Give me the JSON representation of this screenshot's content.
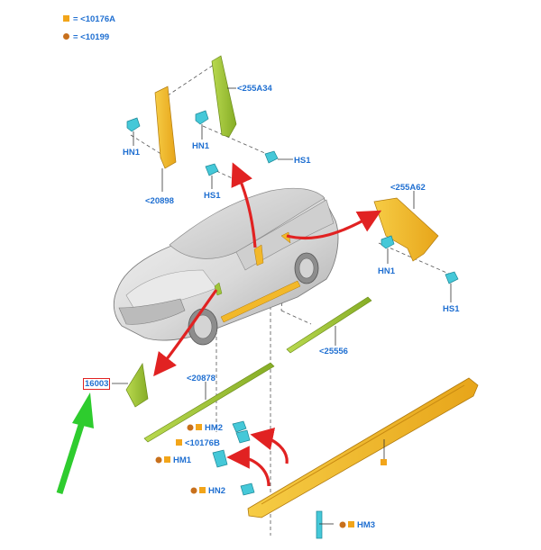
{
  "legend": [
    {
      "marker": "square",
      "color": "#f2a51a",
      "text": "= <10176A"
    },
    {
      "marker": "circle",
      "color": "#c8701c",
      "text": "= <10199"
    }
  ],
  "callouts": {
    "pillar_trim_upper": "<255A34",
    "pillar_trim_left": "<20898",
    "rear_trim": "<255A62",
    "molding_lower": "<25556",
    "molding_front": "<20878",
    "selected_part": "16003",
    "fastener_hm2": "HM2",
    "clip_ref": "<10176B",
    "fastener_hm1": "HM1",
    "fastener_hn2": "HN2",
    "fastener_hm3": "HM3",
    "hn1_left": "HN1",
    "hn1_center": "HN1",
    "hn1_right": "HN1",
    "hs1_left": "HS1",
    "hs1_center": "HS1",
    "hs1_right": "HS1"
  },
  "colors": {
    "label_blue": "#1f6fd1",
    "part_yellow": "#f2b82a",
    "part_green": "#9fc43a",
    "arrow_red": "#e12222",
    "pointer_green": "#2ecc2e",
    "fastener_cyan": "#45c8d8",
    "legend_square": "#f2a51a",
    "legend_dot": "#c8701c"
  }
}
